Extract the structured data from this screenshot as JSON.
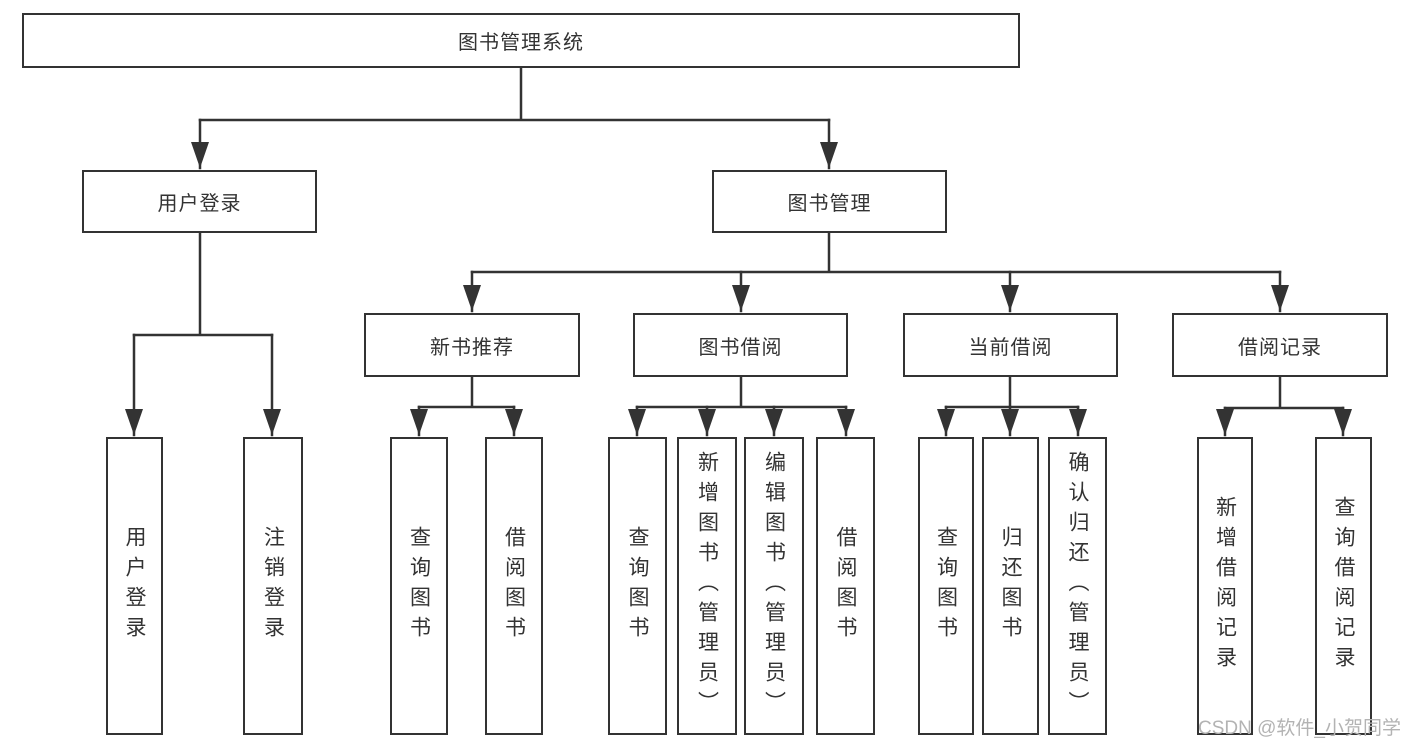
{
  "tree": {
    "root": {
      "label": "图书管理系统",
      "children": [
        {
          "label": "用户登录",
          "children": [
            {
              "label": "用户登录"
            },
            {
              "label": "注销登录"
            }
          ]
        },
        {
          "label": "图书管理",
          "children": [
            {
              "label": "新书推荐",
              "children": [
                {
                  "label": "查询图书"
                },
                {
                  "label": "借阅图书"
                }
              ]
            },
            {
              "label": "图书借阅",
              "children": [
                {
                  "label": "查询图书"
                },
                {
                  "label": "新增图书（管理员）"
                },
                {
                  "label": "编辑图书（管理员）"
                },
                {
                  "label": "借阅图书"
                }
              ]
            },
            {
              "label": "当前借阅",
              "children": [
                {
                  "label": "查询图书"
                },
                {
                  "label": "归还图书"
                },
                {
                  "label": "确认归还（管理员）"
                }
              ]
            },
            {
              "label": "借阅记录",
              "children": [
                {
                  "label": "新增借阅记录"
                },
                {
                  "label": "查询借阅记录"
                }
              ]
            }
          ]
        }
      ]
    }
  },
  "watermark": "CSDN @软件_小贺同学",
  "colors": {
    "line": "#333333",
    "box_border": "#333333",
    "text": "#333333",
    "watermark_text": "#b3b3b3",
    "background": "#ffffff"
  }
}
